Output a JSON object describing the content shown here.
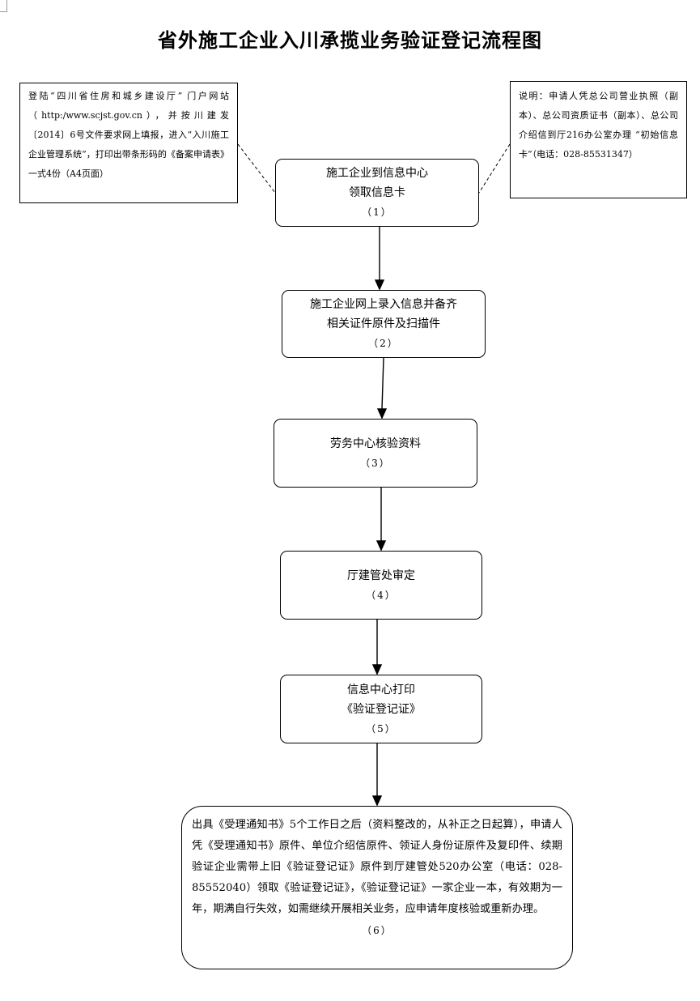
{
  "title": "省外施工企业入川承揽业务验证登记流程图",
  "notes": {
    "left": "登陆“四川省住房和城乡建设厅” 门户网站（http:/www.scjst.gov.cn），并按川建发〔2014〕6号文件要求网上填报，进入“入川施工企业管理系统”，打印出带条形码的《备案申请表》一式4份（A4页面）",
    "right": "说明：申请人凭总公司营业执照（副本）、总公司资质证书（副本）、总公司介绍信到厅216办公室办理 “初始信息卡”（电话：028-85531347）"
  },
  "steps": [
    {
      "lines": [
        "施工企业到信息中心",
        "领取信息卡"
      ],
      "number": "（1）"
    },
    {
      "lines": [
        "施工企业网上录入信息并备齐",
        "相关证件原件及扫描件"
      ],
      "number": "（2）"
    },
    {
      "lines": [
        "劳务中心核验资料"
      ],
      "number": "（3）"
    },
    {
      "lines": [
        "厅建管处审定"
      ],
      "number": "（4）"
    },
    {
      "lines": [
        "信息中心打印",
        "《验证登记证》"
      ],
      "number": "（5）"
    },
    {
      "text": "出具《受理通知书》5个工作日之后（资料整改的，从补正之日起算），申请人凭《受理通知书》原件、单位介绍信原件、领证人身份证原件及复印件、续期验证企业需带上旧《验证登记证》原件到厅建管处520办公室（电话：028-85552040）领取《验证登记证》，《验证登记证》一家企业一本，有效期为一年，期满自行失效，如需继续开展相关业务，应申请年度核验或重新办理。",
      "number": "（6）"
    }
  ],
  "colors": {
    "line": "#000000",
    "background": "#ffffff"
  }
}
